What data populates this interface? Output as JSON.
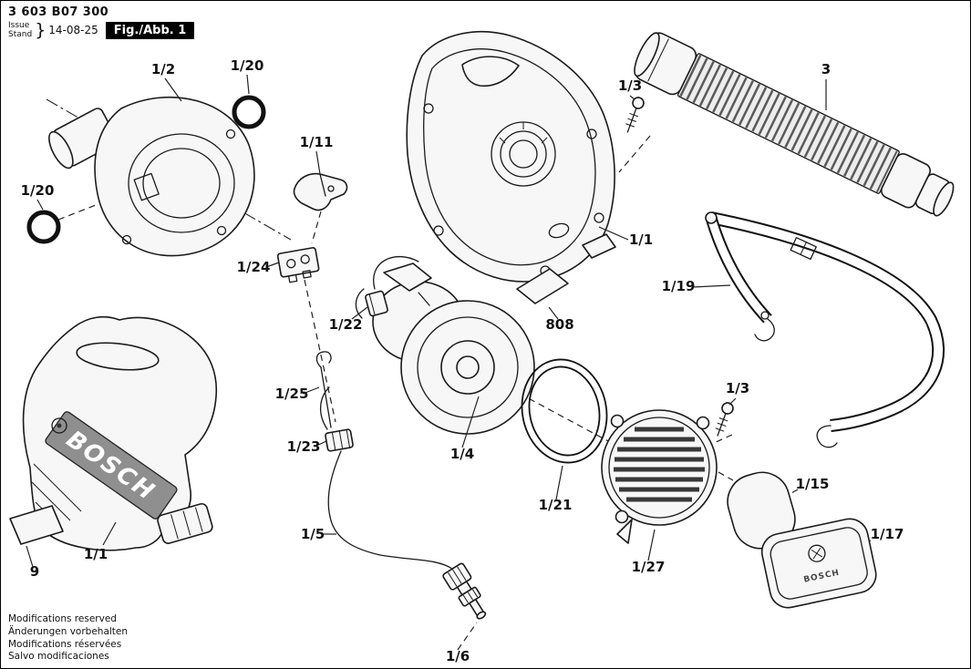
{
  "page": {
    "part_number": "3 603 B07 300",
    "issue_label": "Issue",
    "stand_label": "Stand",
    "brace": "}",
    "issue_date": "14-08-25",
    "figure_label": "Fig./Abb. 1"
  },
  "brand": "BOSCH",
  "footer": {
    "line1": "Modifications reserved",
    "line2": "Änderungen vorbehalten",
    "line3": "Modifications réservées",
    "line4": "Salvo modificaciones"
  },
  "labels": {
    "p1_2": "1/2",
    "p1_20_top": "1/20",
    "p1_20_left": "1/20",
    "p1_11": "1/11",
    "p1_24": "1/24",
    "p1_22": "1/22",
    "p1_25": "1/25",
    "p1_23": "1/23",
    "p1_5": "1/5",
    "p1_6": "1/6",
    "p1_4": "1/4",
    "p1_21": "1/21",
    "p1_27": "1/27",
    "p1_15": "1/15",
    "p1_17": "1/17",
    "p1_3_top": "1/3",
    "p1_3_mid": "1/3",
    "p3": "3",
    "p1_1_top": "1/1",
    "p1_1_body": "1/1",
    "p808": "808",
    "p1_19": "1/19",
    "p9": "9"
  }
}
